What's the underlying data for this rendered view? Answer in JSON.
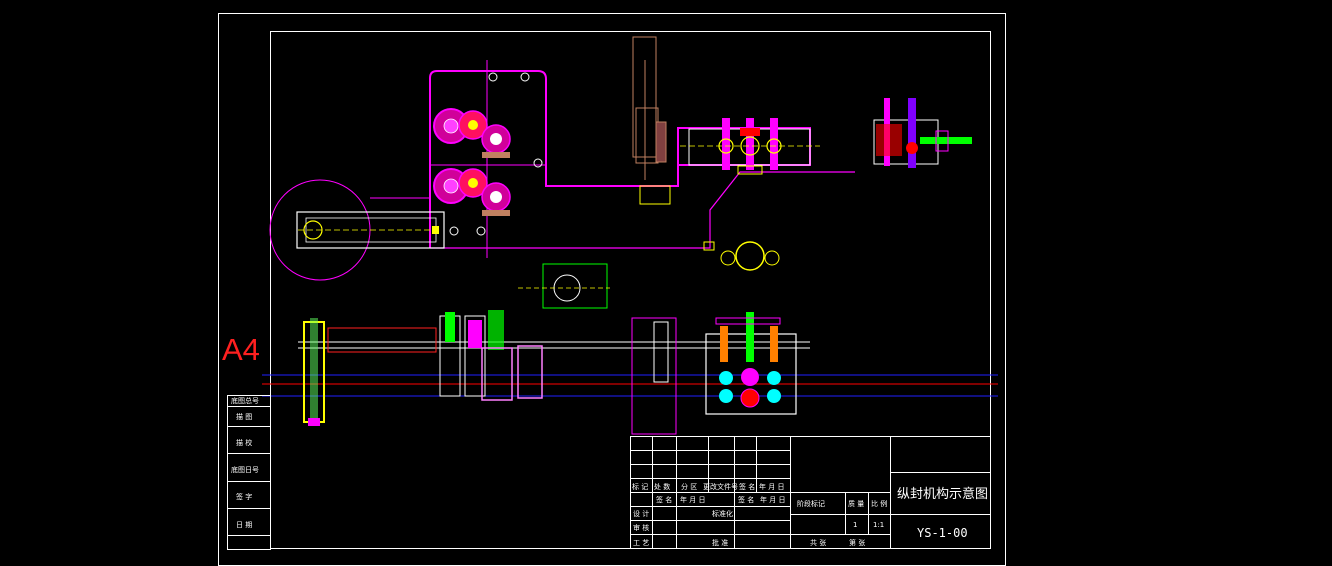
{
  "sheet": {
    "size_label": "A4"
  },
  "side_table": {
    "rows": [
      "底图总号",
      "描 图",
      "描 校",
      "底图日号",
      "签 字",
      "日 期"
    ]
  },
  "title_block": {
    "title": "纵封机构示意图",
    "drawing_number": "YS-1-00",
    "scale": "1:1",
    "quantity": "1",
    "row1": [
      "标 记",
      "处 数",
      "分 区",
      "更改文件号",
      "签 名",
      "年 月 日"
    ],
    "row2": [
      "签 名",
      "年 月 日",
      "签 名",
      "年 月 日"
    ],
    "designer": "设 计",
    "standardization": "标准化",
    "audit": "审 核",
    "process": "工 艺",
    "approve": "批 准",
    "stage_mark": "阶段标记",
    "weight": "质 量",
    "scale_label": "比 例",
    "sheets_total": "共 张",
    "sheet_no": "第 张"
  },
  "colors": {
    "frame": "#ffffff",
    "magenta": "#ff00ff",
    "yellow": "#ffff00",
    "red": "#ff0000",
    "blue": "#2020ff",
    "green": "#00ff00",
    "cyan": "#00ffff",
    "brown": "#c08060"
  }
}
